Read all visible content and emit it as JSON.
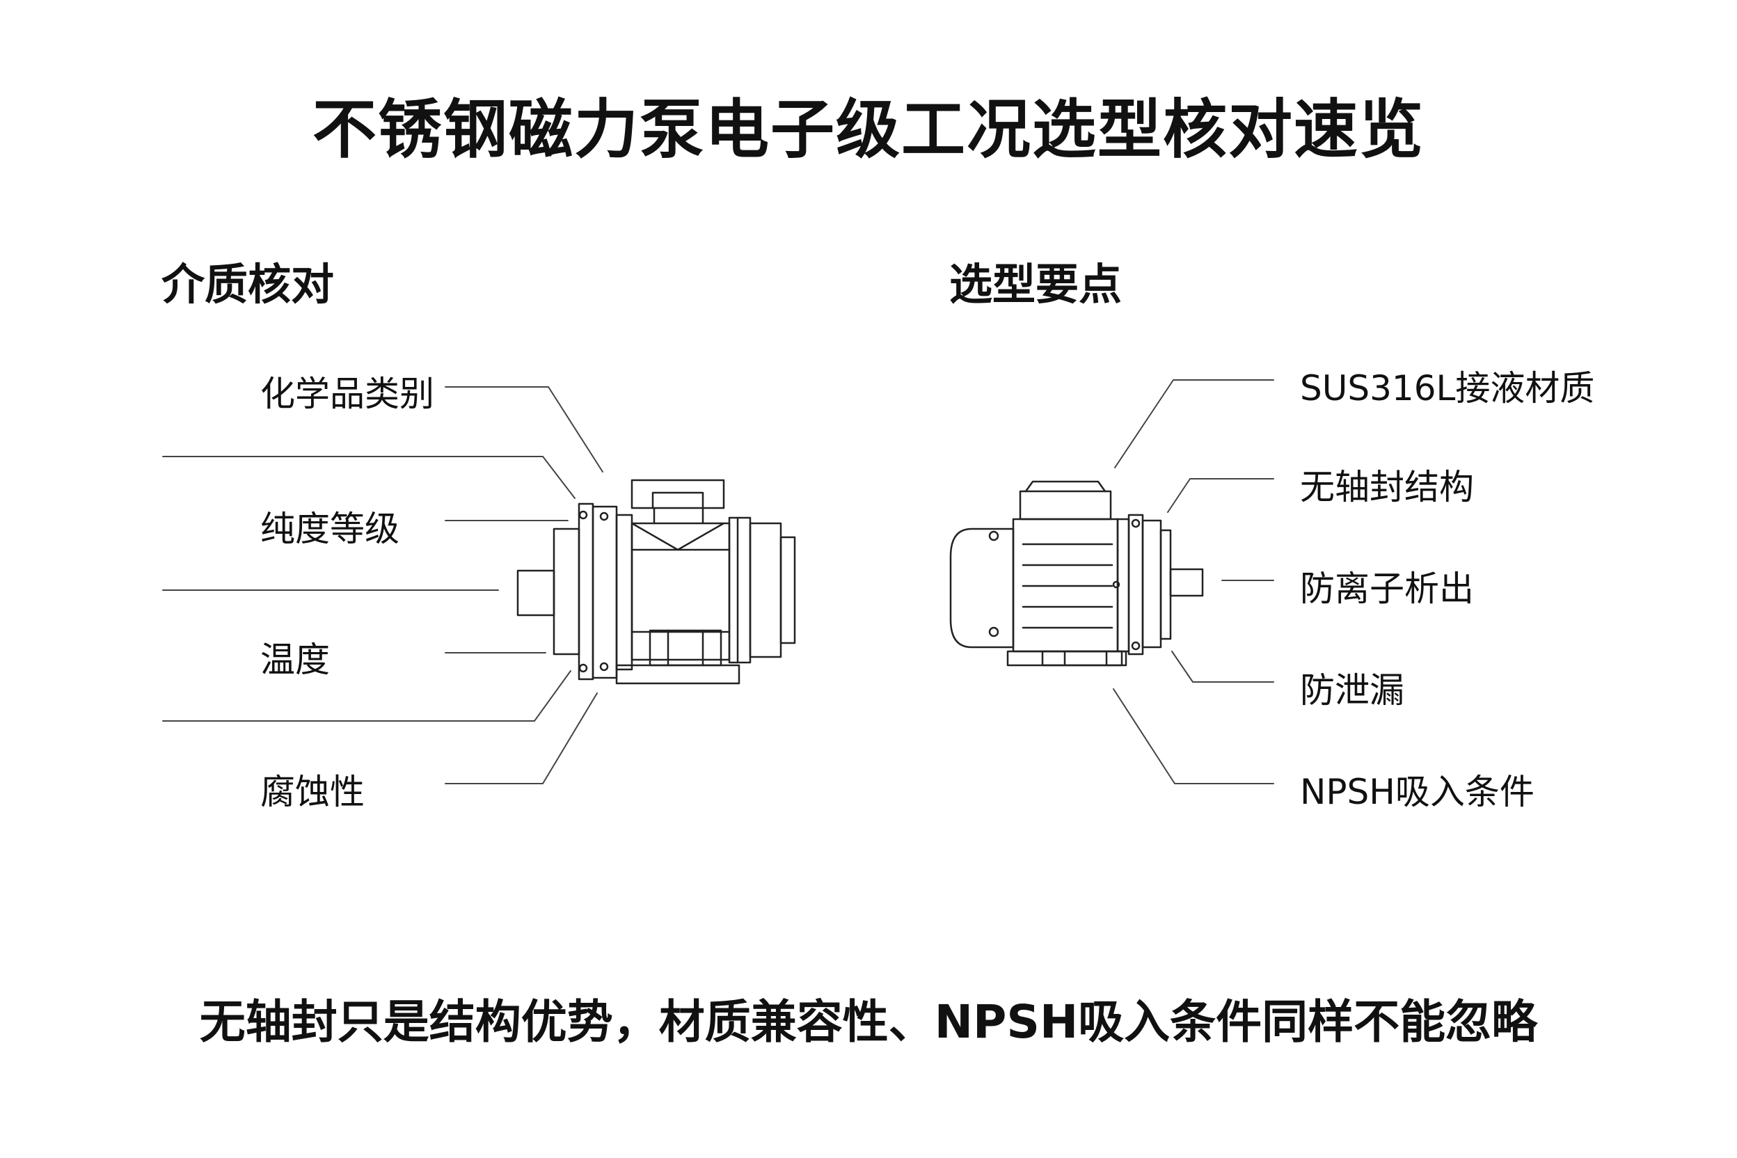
{
  "title": "不锈钢磁力泵电子级工况选型核对速览",
  "left_section": {
    "heading": "介质核对",
    "items": [
      "化学品类别",
      "纯度等级",
      "温度",
      "腐蚀性"
    ]
  },
  "right_section": {
    "heading": "选型要点",
    "items": [
      "SUS316L接液材质",
      "无轴封结构",
      "防离子析出",
      "防泄漏",
      "NPSH吸入条件"
    ]
  },
  "footer": "无轴封只是结构优势，材质兼容性、NPSH吸入条件同样不能忽略"
}
